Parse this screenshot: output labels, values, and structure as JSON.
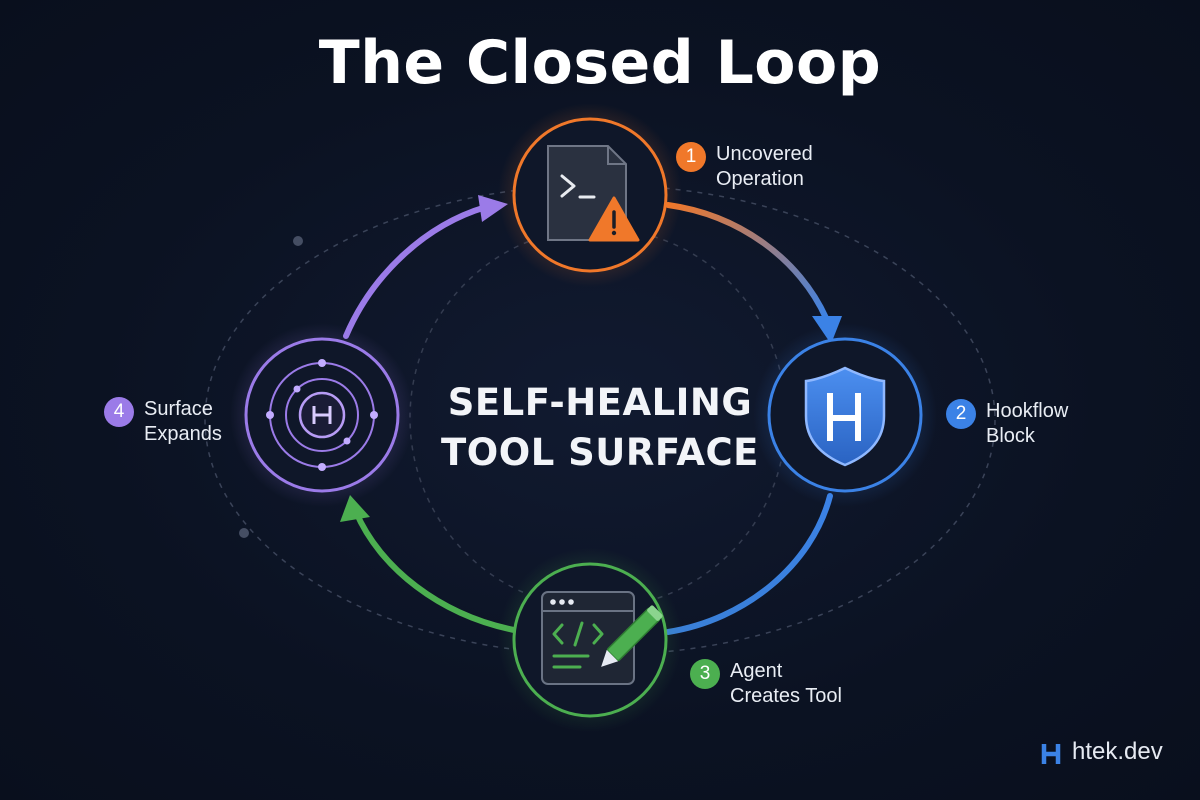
{
  "title": "The Closed Loop",
  "center": {
    "line1": "SELF-HEALING",
    "line2": "TOOL SURFACE"
  },
  "steps": [
    {
      "number": "1",
      "line1": "Uncovered",
      "line2": "Operation",
      "color": "#f0782a",
      "icon": "terminal-warning-icon"
    },
    {
      "number": "2",
      "line1": "Hookflow",
      "line2": "Block",
      "color": "#3b82e6",
      "icon": "shield-icon"
    },
    {
      "number": "3",
      "line1": "Agent",
      "line2": "Creates Tool",
      "color": "#4caf50",
      "icon": "code-editor-pencil-icon"
    },
    {
      "number": "4",
      "line1": "Surface",
      "line2": "Expands",
      "color": "#9b7be8",
      "icon": "orbit-icon"
    }
  ],
  "brand": {
    "name": "htek.dev",
    "color": "#3b82e6"
  }
}
